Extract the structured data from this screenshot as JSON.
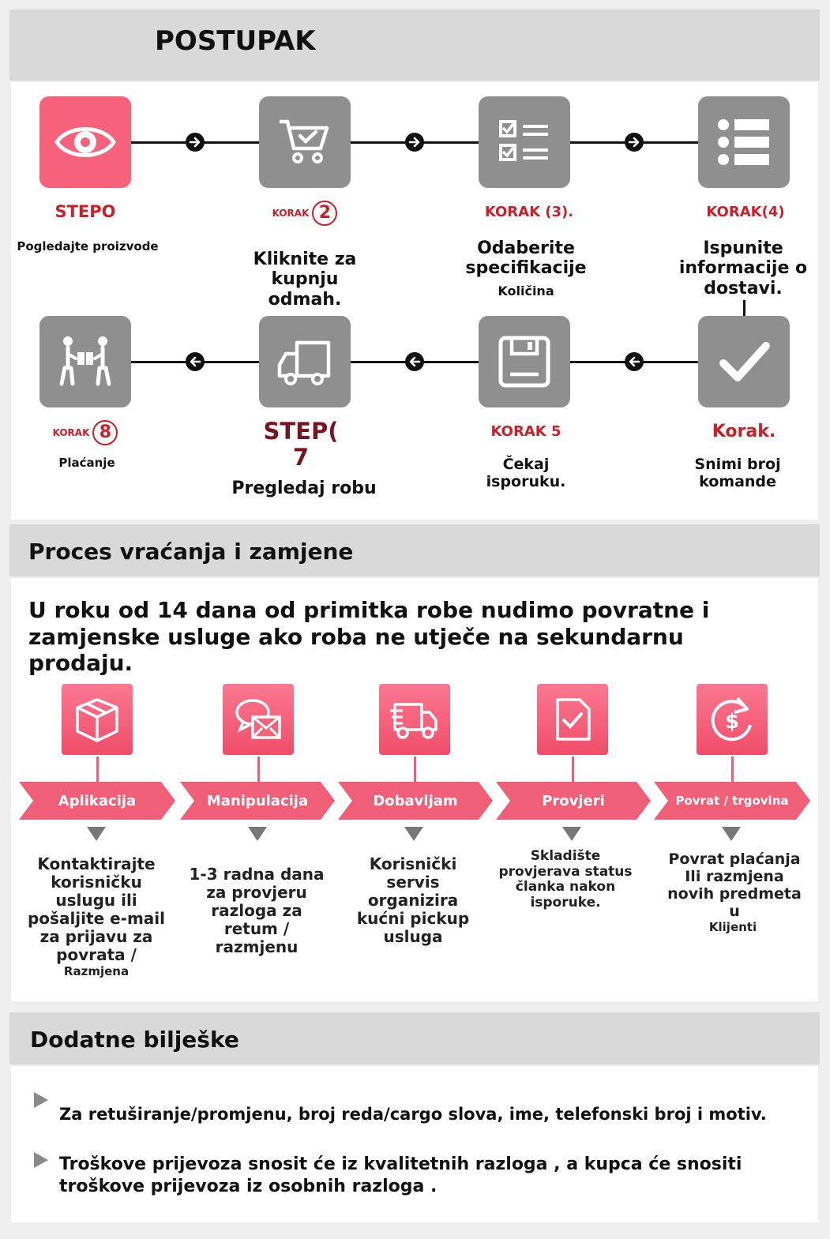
{
  "procedure": {
    "title": "POSTUPAK",
    "steps": [
      {
        "label": "STEPO",
        "desc": "Pogledajte proizvode"
      },
      {
        "label_prefix": "KORAK",
        "label_num": "2",
        "desc": "Kliknite za kupnju odmah."
      },
      {
        "label": "KORAK (3).",
        "desc": "Odaberite specifikacije",
        "sub": "Količina"
      },
      {
        "label": "KORAK(4)",
        "desc": "Ispunite informacije o dostavi."
      },
      {
        "label": "Korak.",
        "desc": "Snimi broj komande"
      },
      {
        "label": "KORAK 5",
        "desc": "Čekaj isporuku."
      },
      {
        "label": "STEP( 7",
        "desc": "Pregledaj robu"
      },
      {
        "label_prefix": "KORAK",
        "label_num": "8",
        "desc": "Plaćanje"
      }
    ]
  },
  "returns": {
    "title": "Proces vraćanja i zamjene",
    "intro": "U roku od 14 dana od primitka robe nudimo povratne i zamjenske usluge ako roba ne utječe na sekundarnu prodaju.",
    "steps": [
      {
        "label": "Aplikacija",
        "desc": "Kontaktirajte korisničku uslugu ili pošaljite e-mail za prijavu za povrata /",
        "sub": "Razmjena"
      },
      {
        "label": "Manipulacija",
        "desc": "1-3 radna dana za provjeru razloga za retum / razmjenu"
      },
      {
        "label": "Dobavljam",
        "desc": "Korisnički servis organizira kućni pickup usluga"
      },
      {
        "label": "Provjeri",
        "desc": "Skladište provjerava status članka nakon isporuke."
      },
      {
        "label": "Povrat / trgovina",
        "desc": "Povrat plaćanja Ili razmjena novih predmeta u",
        "sub": "Klijenti"
      }
    ]
  },
  "notes": {
    "title": "Dodatne bilješke",
    "items": [
      "Za retuširanje/promjenu, broj reda/cargo slova, ime, telefonski broj i motiv.",
      "Troškove prijevoza snosit će iz kvalitetnih razloga , a kupca će snositi troškove prijevoza iz osobnih razloga ."
    ]
  },
  "colors": {
    "accent": "#f05f78",
    "label_red": "#cc1f2a",
    "icon_gray": "#8f8f8f",
    "band": "#d9d9d9"
  },
  "icons": [
    "eye-icon",
    "cart-icon",
    "checklist-icon",
    "list-icon",
    "checkmark-icon",
    "save-icon",
    "truck-icon",
    "handover-icon",
    "box-icon",
    "message-icon",
    "delivery-truck-icon",
    "document-check-icon",
    "refund-icon"
  ]
}
